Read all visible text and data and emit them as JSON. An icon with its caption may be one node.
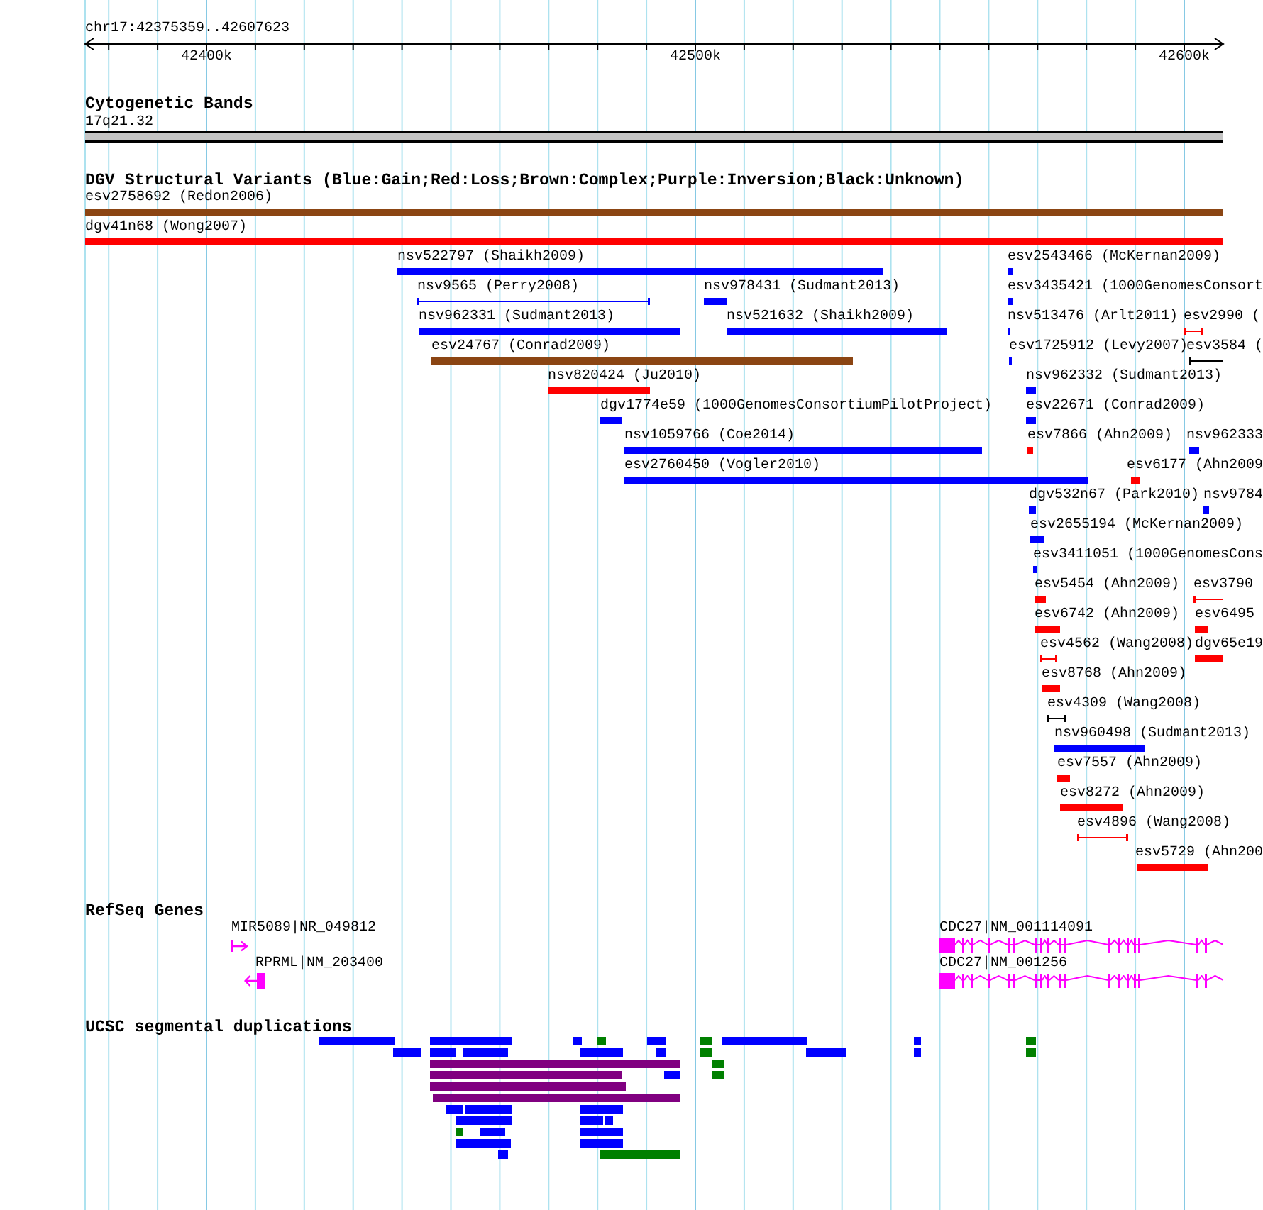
{
  "diagram": {
    "nodes": [
      {
        "text": [
          "17q21.32"
        ]
      },
      {
        "text": [
          "esv2758692 (Redon2006)"
        ]
      },
      {
        "text": [
          "dgv41n68 (Wong2007)"
        ]
      },
      {
        "text": [
          "nsv522797 (Shaikh2009)"
        ]
      },
      {
        "text": [
          "esv2543466 (McKernan2009)"
        ]
      },
      {
        "text": [
          "nsv9565 (Perry2008)"
        ]
      },
      {
        "text": [
          "nsv978431 (Sudmant2013)"
        ]
      },
      {
        "text": [
          "esv3435421 (1000GenomesConsort"
        ]
      },
      {
        "text": [
          "nsv962331 (Sudmant2013)"
        ]
      },
      {
        "text": [
          "nsv521632 (Shaikh2009)"
        ]
      },
      {
        "text": [
          "nsv513476 (Arlt2011)"
        ]
      },
      {
        "text": [
          "esv2990 ("
        ]
      },
      {
        "text": [
          "esv24767 (Conrad2009)"
        ]
      },
      {
        "text": [
          "esv1725912 (Levy2007)"
        ]
      },
      {
        "text": [
          "esv3584 ("
        ]
      },
      {
        "text": [
          "nsv820424 (Ju2010)"
        ]
      },
      {
        "text": [
          "nsv962332 (Sudmant2013)"
        ]
      },
      {
        "text": [
          "dgv1774e59 (1000GenomesConsortiumPilotProject)"
        ]
      },
      {
        "text": [
          "esv22671 (Conrad2009)"
        ]
      },
      {
        "text": [
          "nsv1059766 (Coe2014)"
        ]
      },
      {
        "text": [
          "esv7866 (Ahn2009)"
        ]
      },
      {
        "text": [
          "nsv962333"
        ]
      },
      {
        "text": [
          "esv2760450 (Vogler2010)"
        ]
      },
      {
        "text": [
          "esv6177 (Ahn2009"
        ]
      },
      {
        "text": [
          "dgv532n67 (Park2010)"
        ]
      },
      {
        "text": [
          "nsv9784"
        ]
      },
      {
        "text": [
          "esv2655194 (McKernan2009)"
        ]
      },
      {
        "text": [
          "esv3411051 (1000GenomesCons"
        ]
      },
      {
        "text": [
          "esv5454 (Ahn2009)"
        ]
      },
      {
        "text": [
          "esv3790"
        ]
      },
      {
        "text": [
          "esv6742 (Ahn2009)"
        ]
      },
      {
        "text": [
          "esv6495"
        ]
      },
      {
        "text": [
          "esv4562 (Wang2008)"
        ]
      },
      {
        "text": [
          "dgv65e19"
        ]
      },
      {
        "text": [
          "esv8768 (Ahn2009)"
        ]
      },
      {
        "text": [
          "esv4309 (Wang2008)"
        ]
      },
      {
        "text": [
          "nsv960498 (Sudmant2013)"
        ]
      },
      {
        "text": [
          "esv7557 (Ahn2009)"
        ]
      },
      {
        "text": [
          "esv8272 (Ahn2009)"
        ]
      },
      {
        "text": [
          "esv4896 (Wang2008)"
        ]
      },
      {
        "text": [
          "esv5729 (Ahn200"
        ]
      },
      {
        "text": [
          "MIR5089|NR_049812"
        ]
      },
      {
        "text": [
          "CDC27|NM_001114091"
        ]
      },
      {
        "text": [
          "RPRML|NM_203400"
        ]
      },
      {
        "text": [
          "CDC27|NM_001256"
        ]
      },
      {
        "text": [],
        "shape": "bar"
      },
      {
        "text": [],
        "shape": "bar"
      },
      {
        "text": [],
        "shape": "bar"
      },
      {
        "text": [],
        "shape": "bar"
      },
      {
        "text": [],
        "shape": "bar"
      },
      {
        "text": [],
        "shape": "bar"
      },
      {
        "text": [],
        "shape": "bar"
      },
      {
        "text": [],
        "shape": "bar"
      },
      {
        "text": [],
        "shape": "bar"
      },
      {
        "text": [],
        "shape": "bar"
      },
      {
        "text": [],
        "shape": "bar"
      },
      {
        "text": [],
        "shape": "bar"
      },
      {
        "text": [],
        "shape": "bar"
      },
      {
        "text": [],
        "shape": "bar"
      },
      {
        "text": [],
        "shape": "bar"
      },
      {
        "text": [],
        "shape": "bar"
      },
      {
        "text": [],
        "shape": "bar"
      },
      {
        "text": [],
        "shape": "bar"
      },
      {
        "text": [],
        "shape": "bar"
      },
      {
        "text": [],
        "shape": "bar"
      },
      {
        "text": [],
        "shape": "bar"
      },
      {
        "text": [],
        "shape": "bar"
      },
      {
        "text": [],
        "shape": "bar"
      },
      {
        "text": [],
        "shape": "bar"
      },
      {
        "text": [],
        "shape": "bar"
      },
      {
        "text": [],
        "shape": "bar"
      },
      {
        "text": [],
        "shape": "bar"
      },
      {
        "text": [],
        "shape": "bar"
      },
      {
        "text": [],
        "shape": "bar"
      },
      {
        "text": [],
        "shape": "bar"
      },
      {
        "text": [],
        "shape": "bar"
      },
      {
        "text": [],
        "shape": "bar"
      },
      {
        "text": [],
        "shape": "bar"
      },
      {
        "text": [],
        "shape": "bar"
      },
      {
        "text": [],
        "shape": "bar"
      },
      {
        "text": [],
        "shape": "bar"
      },
      {
        "text": [],
        "shape": "bar"
      },
      {
        "text": [],
        "shape": "bar"
      }
    ],
    "labels": [
      "chr17:42375359..42607623",
      "42400k",
      "42500k",
      "42600k",
      "Cytogenetic Bands",
      "DGV Structural Variants (Blue:Gain;Red:Loss;Brown:Complex;Purple:Inversion;Black:Unknown)",
      "RefSeq Genes",
      "UCSC segmental duplications"
    ]
  }
}
